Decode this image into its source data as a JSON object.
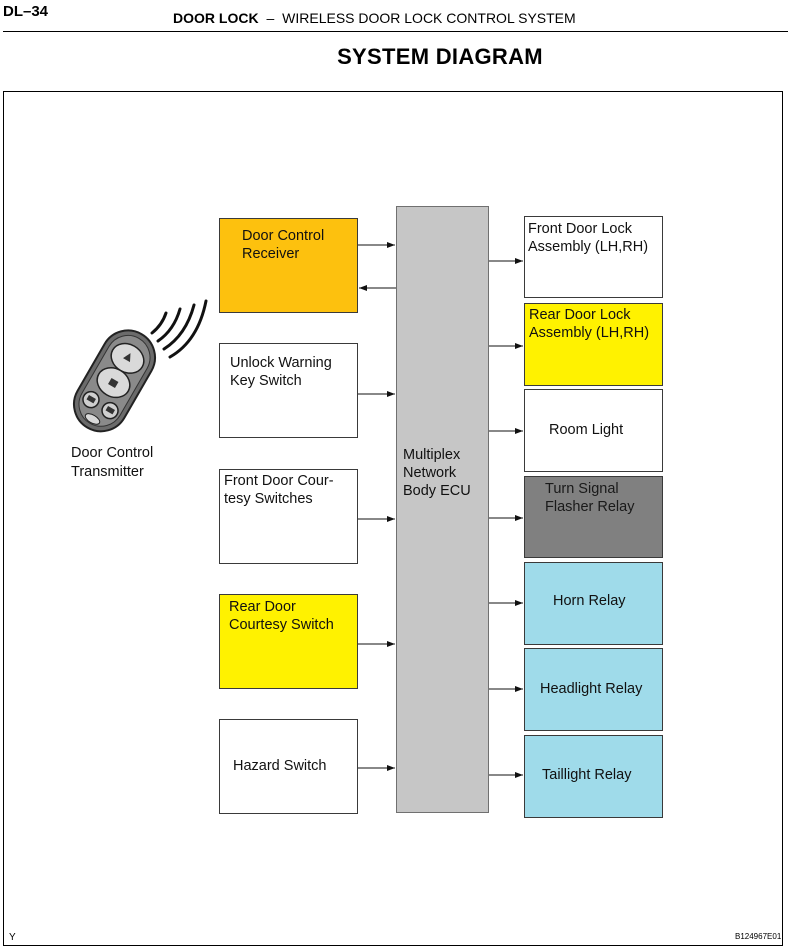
{
  "header": {
    "page_id": "DL–34",
    "section": "DOOR LOCK",
    "separator": "–",
    "subtitle": "WIRELESS DOOR LOCK CONTROL SYSTEM"
  },
  "title": "SYSTEM DIAGRAM",
  "transmitter": {
    "label_line1": "Door Control",
    "label_line2": "Transmitter",
    "icon": "key-fob-remote-icon"
  },
  "ecu": {
    "line1": "Multiplex",
    "line2": "Network",
    "line3": "Body ECU",
    "color": "#c6c6c6"
  },
  "inputs": [
    {
      "line1": "Door Control",
      "line2": "Receiver",
      "color": "#fdc10e"
    },
    {
      "line1": "Unlock Warning",
      "line2": "Key Switch",
      "color": "#ffffff"
    },
    {
      "line1": "Front Door Cour-",
      "line2": "tesy Switches",
      "color": "#ffffff"
    },
    {
      "line1": "Rear Door",
      "line2": "Courtesy Switch",
      "color": "#fff200"
    },
    {
      "line1": "Hazard Switch",
      "line2": "",
      "color": "#ffffff"
    }
  ],
  "outputs": [
    {
      "line1": "Front Door Lock",
      "line2": "Assembly (LH,RH)",
      "color": "#ffffff"
    },
    {
      "line1": "Rear Door Lock",
      "line2": "Assembly (LH,RH)",
      "color": "#fff200"
    },
    {
      "line1": "Room Light",
      "line2": "",
      "color": "#ffffff"
    },
    {
      "line1": "Turn Signal",
      "line2": "Flasher Relay",
      "color": "#808080"
    },
    {
      "line1": "Horn Relay",
      "line2": "",
      "color": "#9fdbea"
    },
    {
      "line1": "Headlight Relay",
      "line2": "",
      "color": "#9fdbea"
    },
    {
      "line1": "Taillight Relay",
      "line2": "",
      "color": "#9fdbea"
    }
  ],
  "footer": {
    "corner_mark": "Y",
    "figure_code": "B124967E01"
  }
}
